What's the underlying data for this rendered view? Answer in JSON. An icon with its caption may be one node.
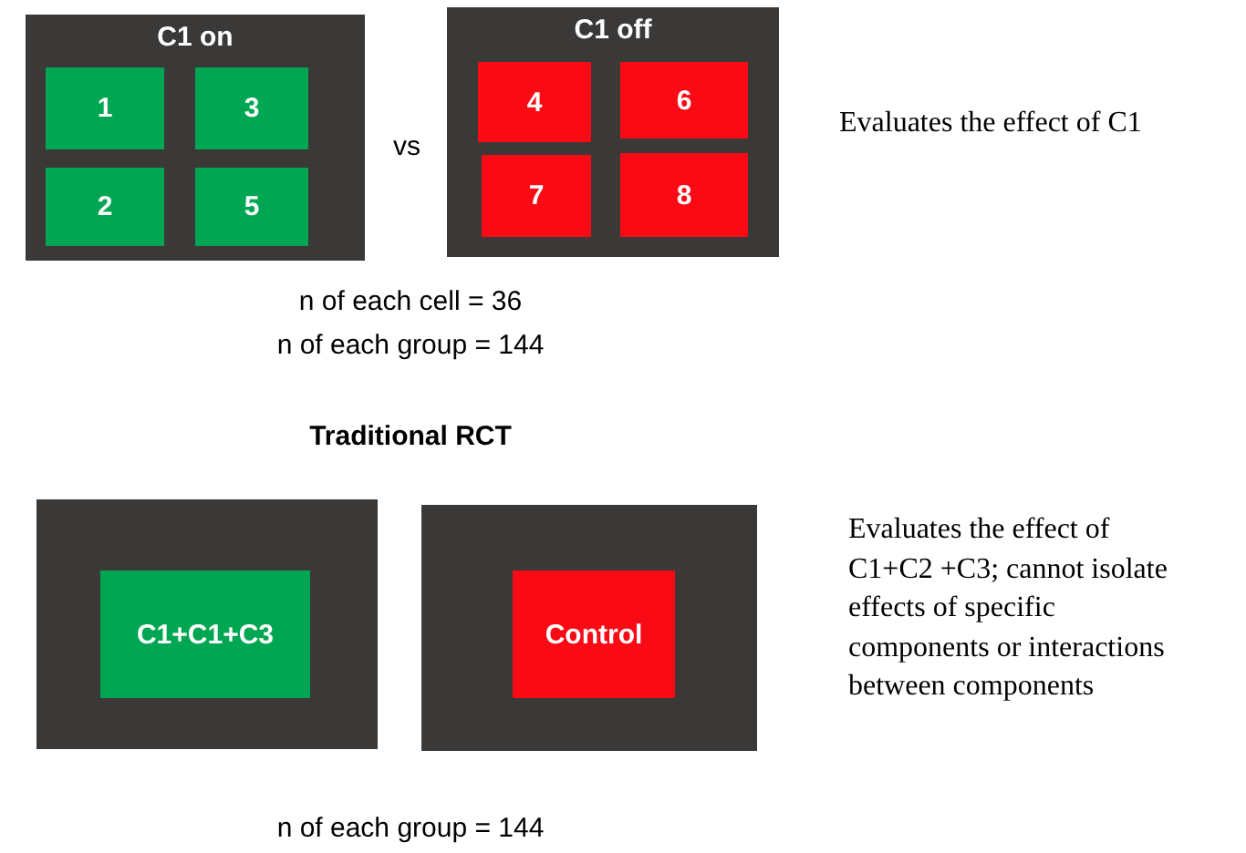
{
  "diagram": {
    "nodes": [
      {
        "text": [
          "C1 on"
        ]
      },
      {
        "text": [
          "1"
        ],
        "in": 0
      },
      {
        "text": [
          "3"
        ],
        "in": 0
      },
      {
        "text": [
          "2"
        ],
        "in": 0
      },
      {
        "text": [
          "5"
        ],
        "in": 0
      },
      {
        "text": [
          "C1 off"
        ]
      },
      {
        "text": [
          "4"
        ],
        "in": 5
      },
      {
        "text": [
          "6"
        ],
        "in": 5
      },
      {
        "text": [
          "7"
        ],
        "in": 5
      },
      {
        "text": [
          "8"
        ],
        "in": 5
      },
      {
        "text": [],
        "shape": "box"
      },
      {
        "text": [
          "C1+C1+C3"
        ],
        "in": 10
      },
      {
        "text": [],
        "shape": "box"
      },
      {
        "text": [
          "Control"
        ],
        "in": 12
      }
    ],
    "edges": [],
    "labels": [
      "vs",
      "Evaluates the effect of C1",
      "n of each cell = 36",
      "n of each group = 144",
      "Traditional RCT",
      "Evaluates the effect of C1+C2 +C3; cannot isolate effects of specific components or interactions between components",
      "n of each group = 144"
    ]
  }
}
